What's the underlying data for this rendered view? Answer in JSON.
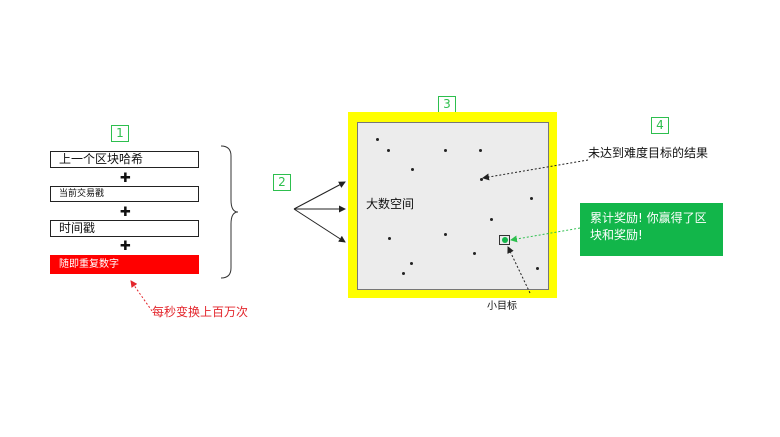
{
  "labels": {
    "n1": "1",
    "n2": "2",
    "n3": "3",
    "n4": "4"
  },
  "fields": {
    "prev_hash": "上一个区块哈希",
    "tx_stamp": "当前交易戳",
    "timestamp": "时间戳",
    "nonce": "随即重复数字"
  },
  "plus_glyph": "✚",
  "annotations": {
    "rate": "每秒变换上百万次",
    "space": "大数空间",
    "target": "小目标",
    "miss": "未达到难度目标的结果",
    "reward": "累计奖励! 你赢得了区块和奖励!"
  },
  "colors": {
    "accent_green": "#2dbf4e",
    "reward_green": "#12b64a",
    "nonce_red": "#ff0000",
    "space_yellow": "#ffff00",
    "space_gray": "#ececec",
    "annotation_red": "#e3262c"
  }
}
